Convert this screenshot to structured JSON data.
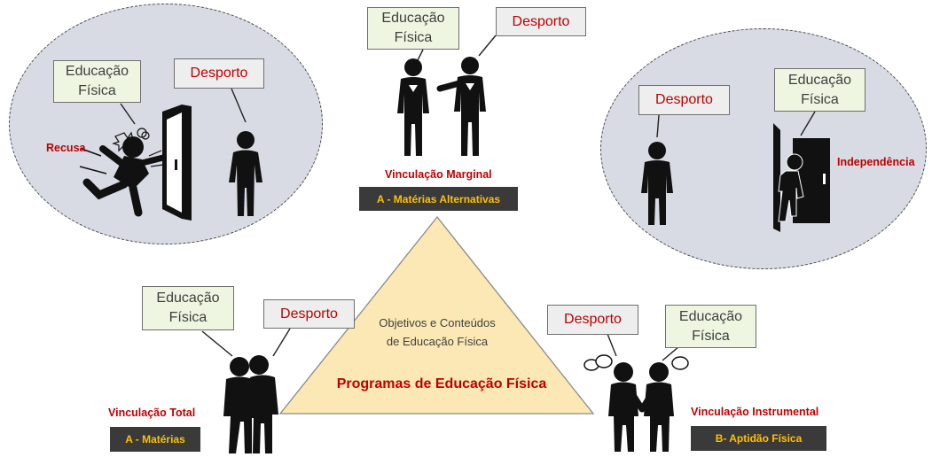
{
  "labels": {
    "educacao_fisica_line1": "Educação",
    "educacao_fisica_line2": "Física",
    "desporto": "Desporto"
  },
  "relations": {
    "recusa": "Recusa",
    "independencia": "Independência",
    "marginal": "Vinculação Marginal",
    "total": "Vinculação Total",
    "instrumental": "Vinculação Instrumental"
  },
  "badges": {
    "materias_alternativas": "A - Matérias Alternativas",
    "materias": "A - Matérias",
    "aptidao_fisica": "B- Aptidão Física"
  },
  "triangle": {
    "line1": "Objetivos e Conteúdos",
    "line2": "de Educação Física",
    "title": "Programas de Educação Física"
  },
  "icons": [
    "person-icon",
    "couple-icon",
    "handshake-icon",
    "door-icon",
    "slammed-door-icon",
    "anger-icon",
    "speech-bubble-icon"
  ],
  "colors": {
    "red": "#c00000",
    "badge_bg": "#3a3a3a",
    "badge_text": "#ffc000",
    "triangle_fill": "#fbe8b4",
    "ellipse_fill": "#d8dbe3",
    "ef_box_bg": "#eef6e2",
    "desporto_box_bg": "#eeeeee"
  }
}
